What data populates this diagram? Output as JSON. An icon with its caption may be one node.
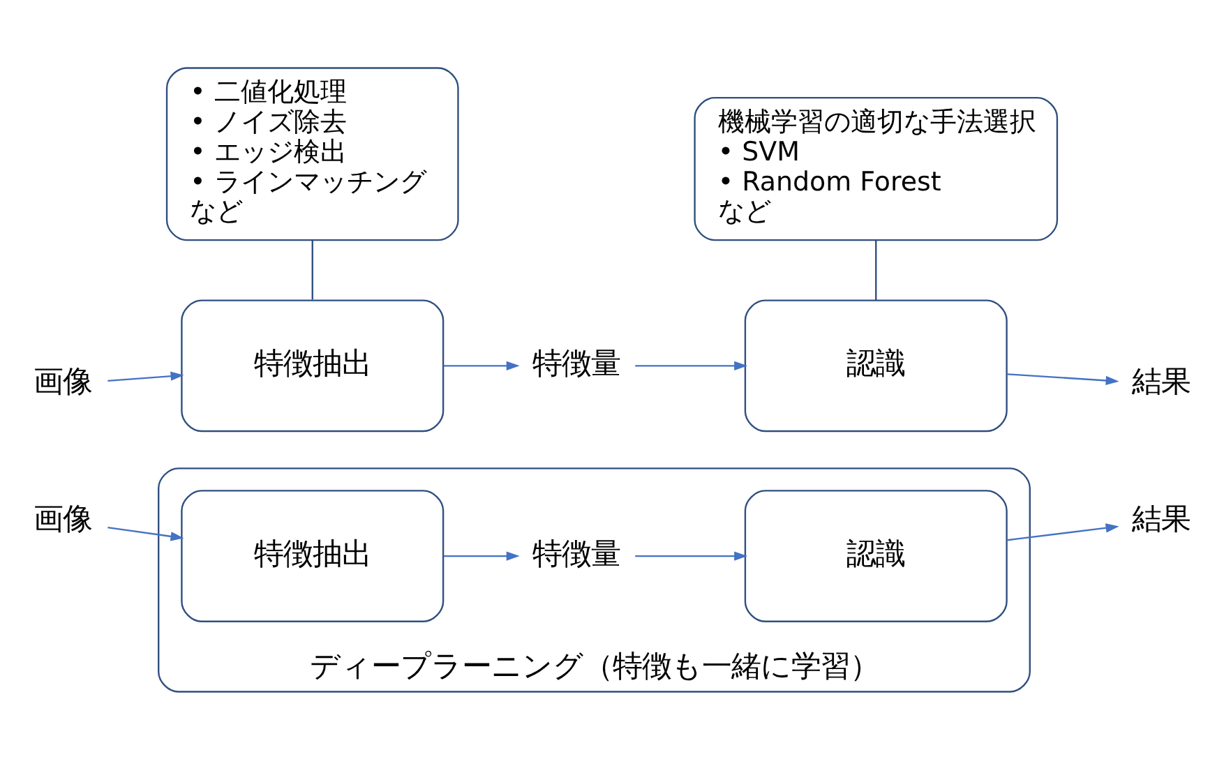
{
  "diagram": {
    "nodes": [
      {
        "text": [
          "• 二値化処理",
          "• ノイズ除去",
          "• エッジ検出",
          "• ラインマッチング",
          "など"
        ]
      },
      {
        "text": [
          "機械学習の適切な手法選択",
          "• SVM",
          "• Random Forest",
          "など"
        ]
      },
      {
        "text": [
          "画像"
        ]
      },
      {
        "text": [
          "特徴抽出"
        ]
      },
      {
        "text": [
          "特徴量"
        ]
      },
      {
        "text": [
          "認識"
        ]
      },
      {
        "text": [
          "結果"
        ]
      },
      {
        "text": [
          "画像"
        ]
      },
      {
        "text": [
          "ディープラーニング（特徴も一緒に学習）"
        ]
      },
      {
        "text": [
          "特徴抽出"
        ],
        "in": 8
      },
      {
        "text": [
          "特徴量"
        ],
        "in": 8
      },
      {
        "text": [
          "認識"
        ],
        "in": 8
      },
      {
        "text": [
          "結果"
        ]
      }
    ],
    "edges": [
      {
        "from": 0,
        "to": 3,
        "arrow": "none"
      },
      {
        "from": 1,
        "to": 5,
        "arrow": "none"
      },
      {
        "from": 2,
        "to": 3,
        "arrow": "to"
      },
      {
        "from": 3,
        "to": 4,
        "arrow": "to"
      },
      {
        "from": 4,
        "to": 5,
        "arrow": "to"
      },
      {
        "from": 5,
        "to": 6,
        "arrow": "to"
      },
      {
        "from": 7,
        "to": 9,
        "arrow": "to"
      },
      {
        "from": 9,
        "to": 10,
        "arrow": "to"
      },
      {
        "from": 10,
        "to": 11,
        "arrow": "to"
      },
      {
        "from": 11,
        "to": 12,
        "arrow": "to"
      }
    ]
  }
}
